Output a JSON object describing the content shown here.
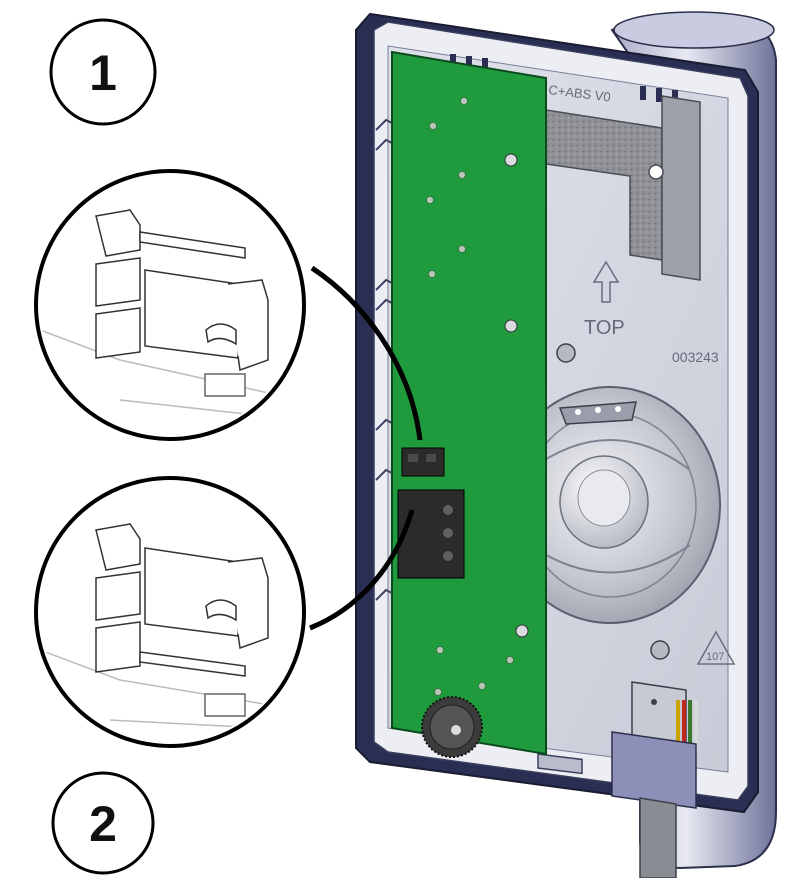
{
  "callouts": {
    "one": "1",
    "two": "2"
  },
  "housing_marks": {
    "material": "C+ABS V0",
    "orientation": "TOP",
    "part_code": "003243",
    "recycle_code": "107"
  },
  "colors": {
    "pcb_green": "#1f9a3c",
    "housing_light": "#e6e8f0",
    "housing_dark": "#2a2e52",
    "connector_black": "#2b2b2b",
    "foam_gray": "#8e9096"
  }
}
